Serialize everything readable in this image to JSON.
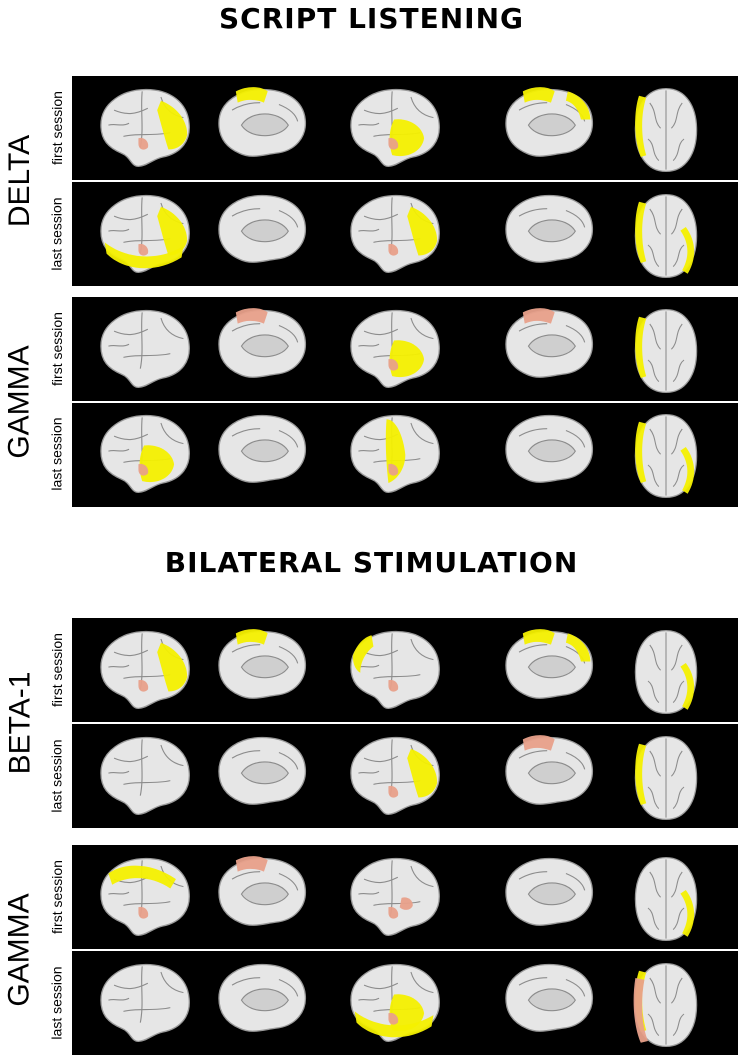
{
  "sections": [
    {
      "title": "SCRIPT LISTENING",
      "bands": [
        {
          "name": "DELTA",
          "rows": [
            {
              "session": "first session",
              "activations": [
                "lateral-left-frontal",
                "medial-left-superior",
                "lateral-right-temporal",
                "medial-right-frontal",
                "top-left-edge"
              ]
            },
            {
              "session": "last session",
              "activations": [
                "lateral-left-frontal-large",
                "none",
                "lateral-right-frontal",
                "none",
                "top-both-edges"
              ]
            }
          ]
        },
        {
          "name": "GAMMA",
          "rows": [
            {
              "session": "first session",
              "activations": [
                "none",
                "medial-left-small",
                "lateral-right-temporal",
                "medial-right-small",
                "top-left-edge"
              ]
            },
            {
              "session": "last session",
              "activations": [
                "lateral-left-temporal",
                "none",
                "lateral-right-central",
                "none",
                "top-both-edges"
              ]
            }
          ]
        }
      ]
    },
    {
      "title": "BILATERAL STIMULATION",
      "bands": [
        {
          "name": "BETA-1",
          "rows": [
            {
              "session": "first session",
              "activations": [
                "lateral-left-frontal",
                "medial-left-superior",
                "lateral-right-occipital",
                "medial-right-frontal",
                "top-right-edge-small"
              ]
            },
            {
              "session": "last session",
              "activations": [
                "none",
                "none",
                "lateral-right-frontal",
                "medial-right-small",
                "top-left-edge"
              ]
            }
          ]
        },
        {
          "name": "GAMMA",
          "rows": [
            {
              "session": "first session",
              "activations": [
                "lateral-left-wide",
                "medial-left-small",
                "lateral-right-small",
                "none",
                "top-right-edge"
              ]
            },
            {
              "session": "last session",
              "activations": [
                "none",
                "none",
                "lateral-right-temporal-large",
                "none",
                "top-left-edge-large"
              ]
            }
          ]
        }
      ]
    }
  ],
  "colors": {
    "background": "#000000",
    "cortex": "#e6e6e6",
    "activation_high": "#f4f000",
    "activation_low": "#e8a08a"
  }
}
